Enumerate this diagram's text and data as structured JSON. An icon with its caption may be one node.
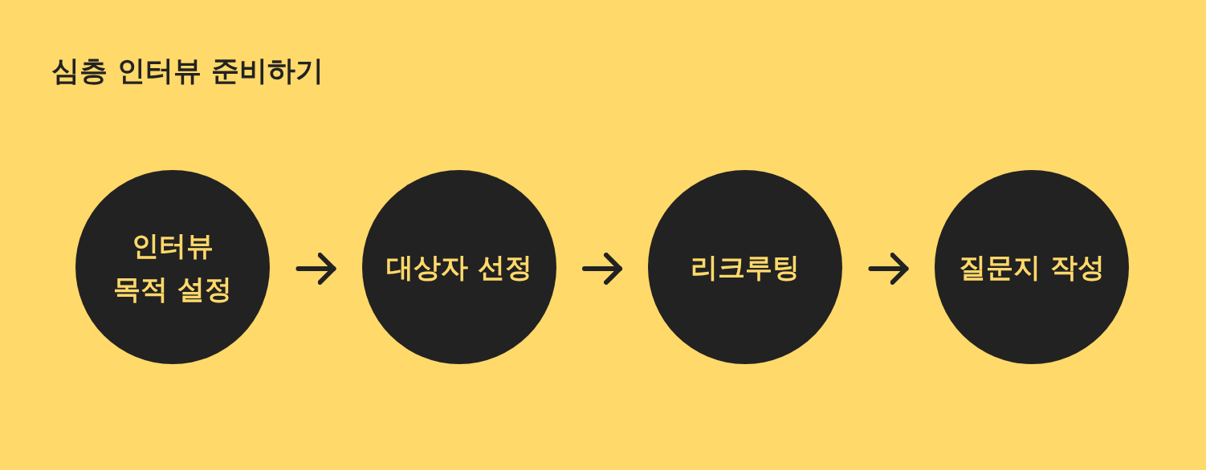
{
  "diagram": {
    "title": "심층 인터뷰 준비하기",
    "nodes": [
      {
        "text": [
          "인터뷰 목적 설정"
        ]
      },
      {
        "text": [
          "대상자 선정"
        ]
      },
      {
        "text": [
          "리크루팅"
        ]
      },
      {
        "text": [
          "질문지 작성"
        ]
      }
    ],
    "edges": [
      {
        "from": 0,
        "to": 1,
        "arrow": "to"
      },
      {
        "from": 1,
        "to": 2,
        "arrow": "to"
      },
      {
        "from": 2,
        "to": 3,
        "arrow": "to"
      }
    ]
  }
}
